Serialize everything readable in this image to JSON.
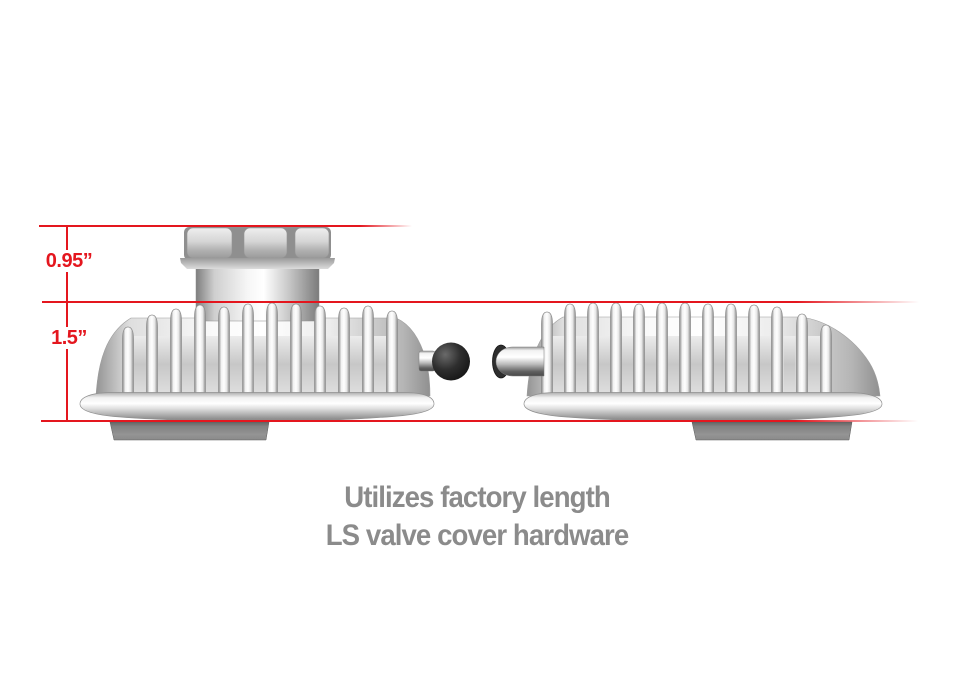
{
  "figure": {
    "kind": "valve-cover-dimension-diagram",
    "background": "#ffffff"
  },
  "dimensions": {
    "line_color": "#e4161e",
    "upper": {
      "label": "0.95”"
    },
    "lower": {
      "label": "1.5”"
    }
  },
  "caption": {
    "line1": "Utilizes factory length",
    "line2": "LS valve cover hardware",
    "color": "#8b8b8b"
  },
  "illustration": {
    "parts": [
      "left-valve-cover",
      "oil-fill-cap",
      "pcv-grommet",
      "right-valve-cover",
      "breather-tube"
    ],
    "palette": {
      "metal_highlight": "#ffffff",
      "metal_shadow": "#8a8a8a",
      "rubber_black": "#1d1d1d",
      "mount_foot_gray": "#7a7a7a"
    }
  }
}
